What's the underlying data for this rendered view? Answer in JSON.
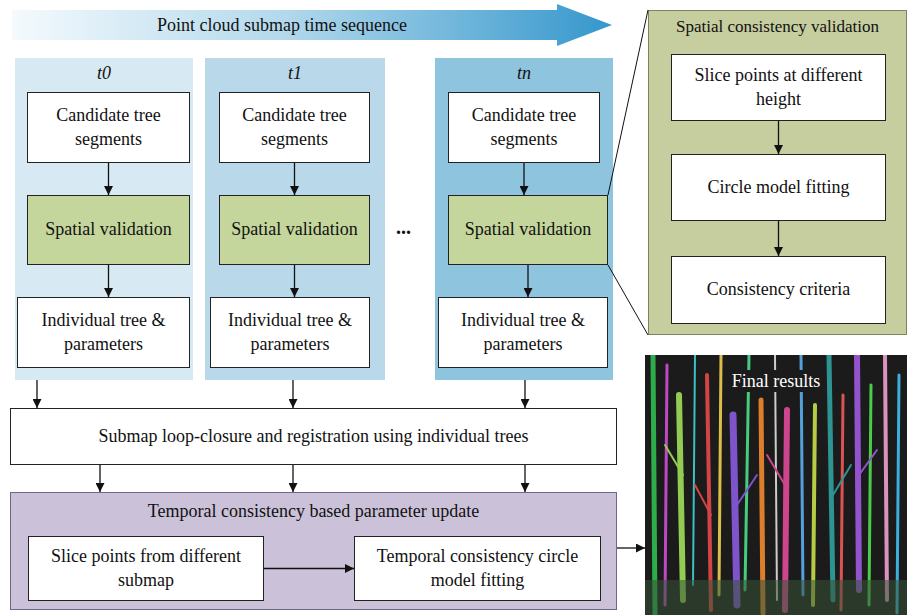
{
  "diagram": {
    "nodes": [
      {
        "text": [
          "Point cloud submap time sequence"
        ]
      },
      {
        "text": [
          "t0"
        ]
      },
      {
        "text": [
          "Candidate tree segments"
        ],
        "in": 1
      },
      {
        "text": [
          "Spatial validation"
        ],
        "in": 1
      },
      {
        "text": [
          "Individual tree & parameters"
        ],
        "in": 1
      },
      {
        "text": [
          "t1"
        ]
      },
      {
        "text": [
          "Candidate tree segments"
        ],
        "in": 5
      },
      {
        "text": [
          "Spatial validation"
        ],
        "in": 5
      },
      {
        "text": [
          "Individual tree & parameters"
        ],
        "in": 5
      },
      {
        "text": [
          "tn"
        ]
      },
      {
        "text": [
          "Candidate tree segments"
        ],
        "in": 9
      },
      {
        "text": [
          "Spatial validation"
        ],
        "in": 9
      },
      {
        "text": [
          "Individual tree & parameters"
        ],
        "in": 9
      },
      {
        "text": [
          "Spatial consistency validation"
        ]
      },
      {
        "text": [
          "Slice points at different height"
        ],
        "in": 13
      },
      {
        "text": [
          "Circle model fitting"
        ],
        "in": 13
      },
      {
        "text": [
          "Consistency criteria"
        ],
        "in": 13
      },
      {
        "text": [
          "Submap loop-closure and registration using individual trees"
        ]
      },
      {
        "text": [
          "Temporal consistency based parameter update"
        ]
      },
      {
        "text": [
          "Slice points from different submap"
        ],
        "in": 18
      },
      {
        "text": [
          "Temporal consistency circle model fitting"
        ],
        "in": 18
      },
      {
        "text": [
          "Final results"
        ]
      }
    ],
    "edges": [
      {
        "from": 2,
        "to": 3,
        "arrow": "to"
      },
      {
        "from": 3,
        "to": 4,
        "arrow": "to"
      },
      {
        "from": 6,
        "to": 7,
        "arrow": "to"
      },
      {
        "from": 7,
        "to": 8,
        "arrow": "to"
      },
      {
        "from": 10,
        "to": 11,
        "arrow": "to"
      },
      {
        "from": 11,
        "to": 12,
        "arrow": "to"
      },
      {
        "from": 11,
        "to": 13,
        "arrow": "none"
      },
      {
        "from": 11,
        "to": 13,
        "arrow": "none"
      },
      {
        "from": 14,
        "to": 15,
        "arrow": "to"
      },
      {
        "from": 15,
        "to": 16,
        "arrow": "to"
      },
      {
        "from": 1,
        "to": 17,
        "arrow": "to"
      },
      {
        "from": 5,
        "to": 17,
        "arrow": "to"
      },
      {
        "from": 9,
        "to": 17,
        "arrow": "to"
      },
      {
        "from": 17,
        "to": 18,
        "arrow": "to"
      },
      {
        "from": 17,
        "to": 18,
        "arrow": "to"
      },
      {
        "from": 17,
        "to": 18,
        "arrow": "to"
      },
      {
        "from": 19,
        "to": 20,
        "arrow": "to"
      },
      {
        "from": 18,
        "to": 21,
        "arrow": "to"
      }
    ],
    "labels": [
      "..."
    ]
  }
}
